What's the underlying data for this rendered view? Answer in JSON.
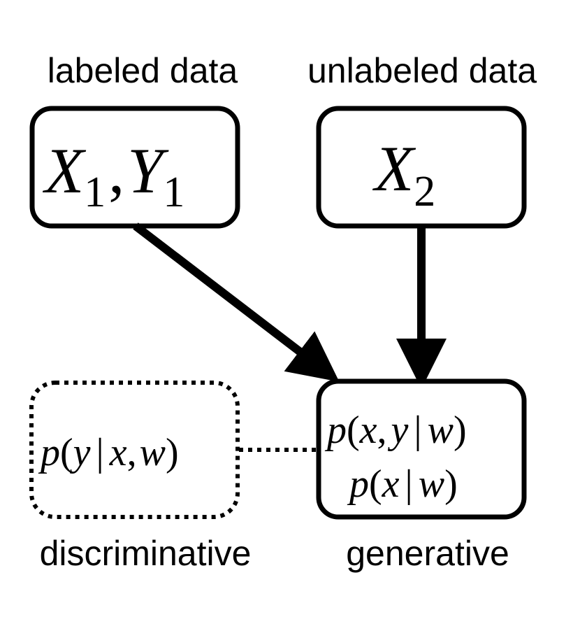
{
  "labels": {
    "labeled": "labeled data",
    "unlabeled": "unlabeled data",
    "discriminative": "discriminative",
    "generative": "generative"
  },
  "nodes": {
    "labeled": {
      "var1": "X",
      "sub1": "1",
      "sep": ",",
      "var2": "Y",
      "sub2": "1"
    },
    "unlabeled": {
      "var": "X",
      "sub": "2"
    },
    "discriminative": {
      "p": "p",
      "open": "(",
      "y": "y",
      "bar": "|",
      "x": "x",
      "comma": ",",
      "w": "w",
      "close": ")"
    },
    "generative": {
      "line1": {
        "p": "p",
        "open": "(",
        "x": "x",
        "comma": ",",
        "y": "y",
        "bar": "|",
        "w": "w",
        "close": ")"
      },
      "line2": {
        "p": "p",
        "open": "(",
        "x": "x",
        "bar": "|",
        "w": "w",
        "close": ")"
      }
    }
  }
}
